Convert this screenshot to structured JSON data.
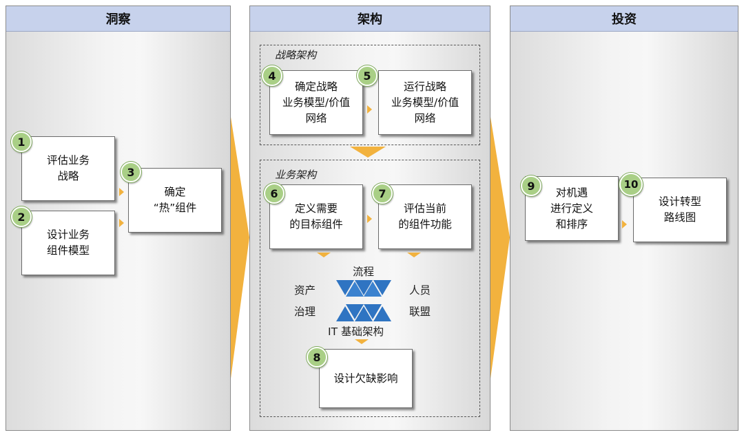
{
  "columns": {
    "insight": "洞察",
    "architecture": "架构",
    "investment": "投资"
  },
  "sections": {
    "strategy": "战略架构",
    "business": "业务架构"
  },
  "steps": [
    {
      "num": "1",
      "label": "评估业务\n战略"
    },
    {
      "num": "2",
      "label": "设计业务\n组件模型"
    },
    {
      "num": "3",
      "label": "确定\n“热”组件"
    },
    {
      "num": "4",
      "label": "确定战略\n业务模型/价值\n网络"
    },
    {
      "num": "5",
      "label": "运行战略\n业务模型/价值\n网络"
    },
    {
      "num": "6",
      "label": "定义需要\n的目标组件"
    },
    {
      "num": "7",
      "label": "评估当前\n的组件功能"
    },
    {
      "num": "8",
      "label": "设计欠缺影响"
    },
    {
      "num": "9",
      "label": "对机遇\n进行定义\n和排序"
    },
    {
      "num": "10",
      "label": "设计转型\n路线图"
    }
  ],
  "pillars": {
    "top": "流程",
    "left_top": "资产",
    "right_top": "人员",
    "left_bottom": "治理",
    "right_bottom": "联盟",
    "bottom": "IT 基础架构"
  },
  "colors": {
    "header_bg": "#c7d2ec",
    "badge": "#a9cf86",
    "arrow": "#f2b23e",
    "triangle": "#2f74c2"
  }
}
